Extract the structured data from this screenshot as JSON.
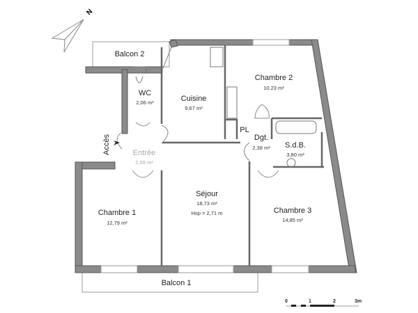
{
  "compass": {
    "label": "N"
  },
  "rooms": {
    "balcon2": {
      "name": "Balcon 2"
    },
    "wc": {
      "name": "WC",
      "area": "2,06 m²"
    },
    "cuisine": {
      "name": "Cuisine",
      "area": "9,67 m²"
    },
    "chambre2": {
      "name": "Chambre 2",
      "area": "10,23 m²"
    },
    "pl": {
      "name": "PL"
    },
    "dgt": {
      "name": "Dgt.",
      "area": "2,38 m²"
    },
    "sdb": {
      "name": "S.d.B.",
      "area": "3,80 m²"
    },
    "entree": {
      "name": "Entrée",
      "area": "2,59 m²"
    },
    "sejour": {
      "name": "Séjour",
      "area": "18,73 m²",
      "height": "Hsp = 2,71 m"
    },
    "chambre1": {
      "name": "Chambre 1",
      "area": "12,79 m²"
    },
    "chambre3": {
      "name": "Chambre 3",
      "area": "14,85 m²"
    },
    "balcon1": {
      "name": "Balcon 1"
    }
  },
  "access": {
    "label": "Accès"
  },
  "scale": {
    "ticks": [
      "0",
      "1",
      "2",
      "3m"
    ]
  },
  "colors": {
    "wall": "#8a8a8a"
  }
}
